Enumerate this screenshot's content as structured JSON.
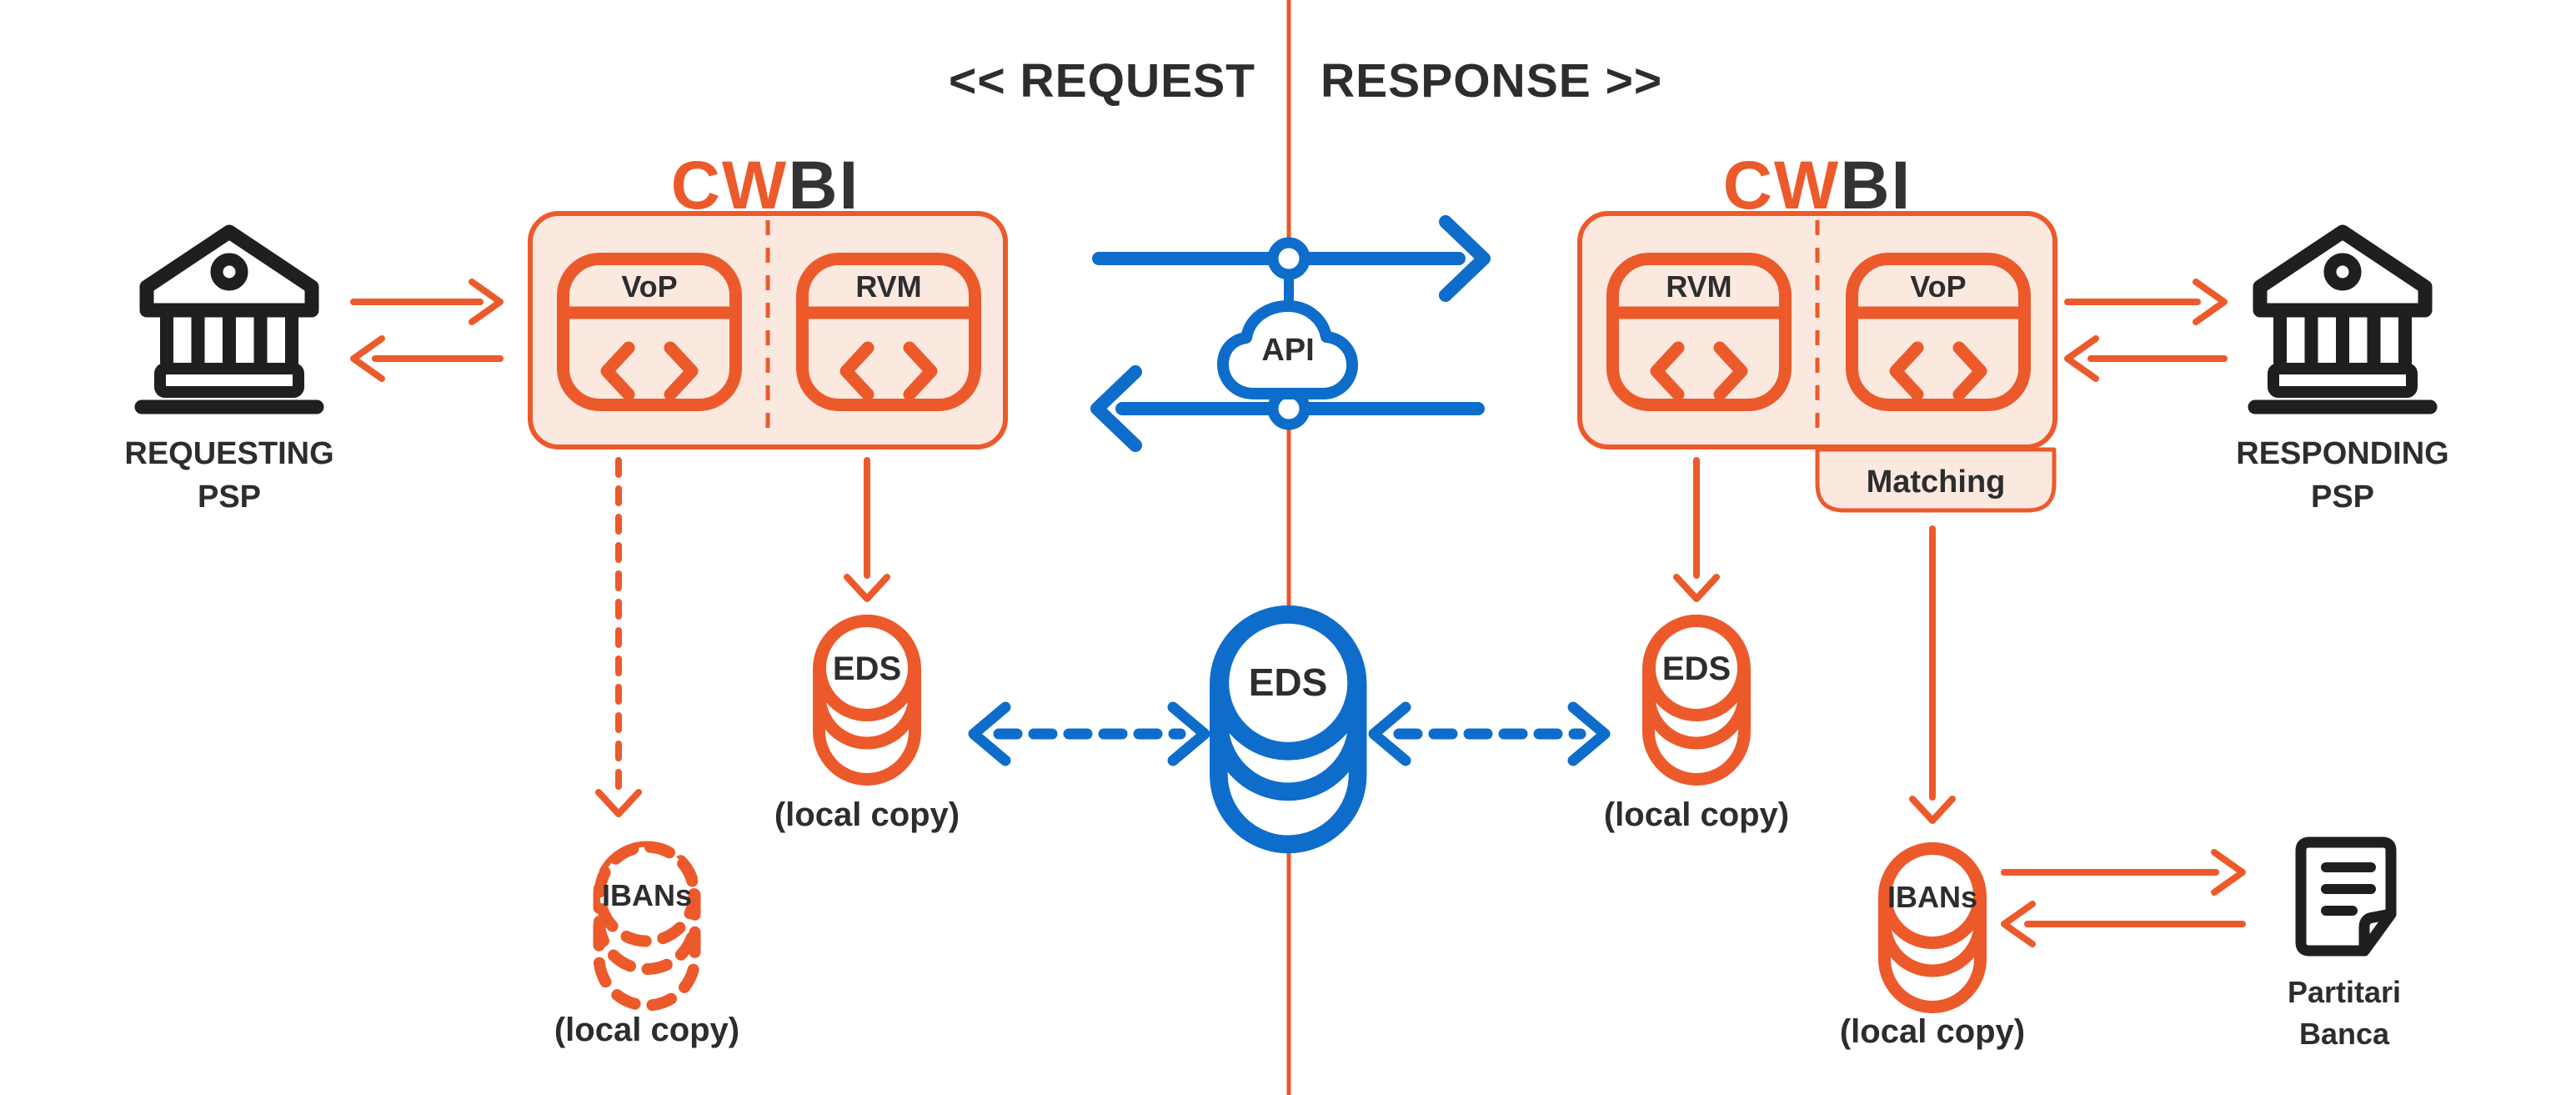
{
  "title": {
    "request": "<< REQUEST",
    "response": "RESPONSE >>"
  },
  "left": {
    "bank_label_1": "REQUESTING",
    "bank_label_2": "PSP",
    "logo_cw": "CW",
    "logo_bi": "BI",
    "module_a": "VoP",
    "module_b": "RVM",
    "eds_label": "EDS",
    "eds_caption": "(local copy)",
    "ibans_label": "IBANs",
    "ibans_caption": "(local copy)"
  },
  "center": {
    "api_label": "API",
    "eds_label": "EDS"
  },
  "right": {
    "logo_cw": "CW",
    "logo_bi": "BI",
    "module_a": "RVM",
    "module_b": "VoP",
    "matching_label": "Matching",
    "bank_label_1": "RESPONDING",
    "bank_label_2": "PSP",
    "eds_label": "EDS",
    "eds_caption": "(local copy)",
    "ibans_label": "IBANs",
    "ibans_caption": "(local copy)",
    "document_label_1": "Partitari",
    "document_label_2": "Banca"
  },
  "colors": {
    "orange": "#EC5A2B",
    "orange_fill": "#FBE9E0",
    "blue": "#0E6DCB",
    "dark_text": "#2D2D2D",
    "icon_black": "#1F1F1F"
  }
}
